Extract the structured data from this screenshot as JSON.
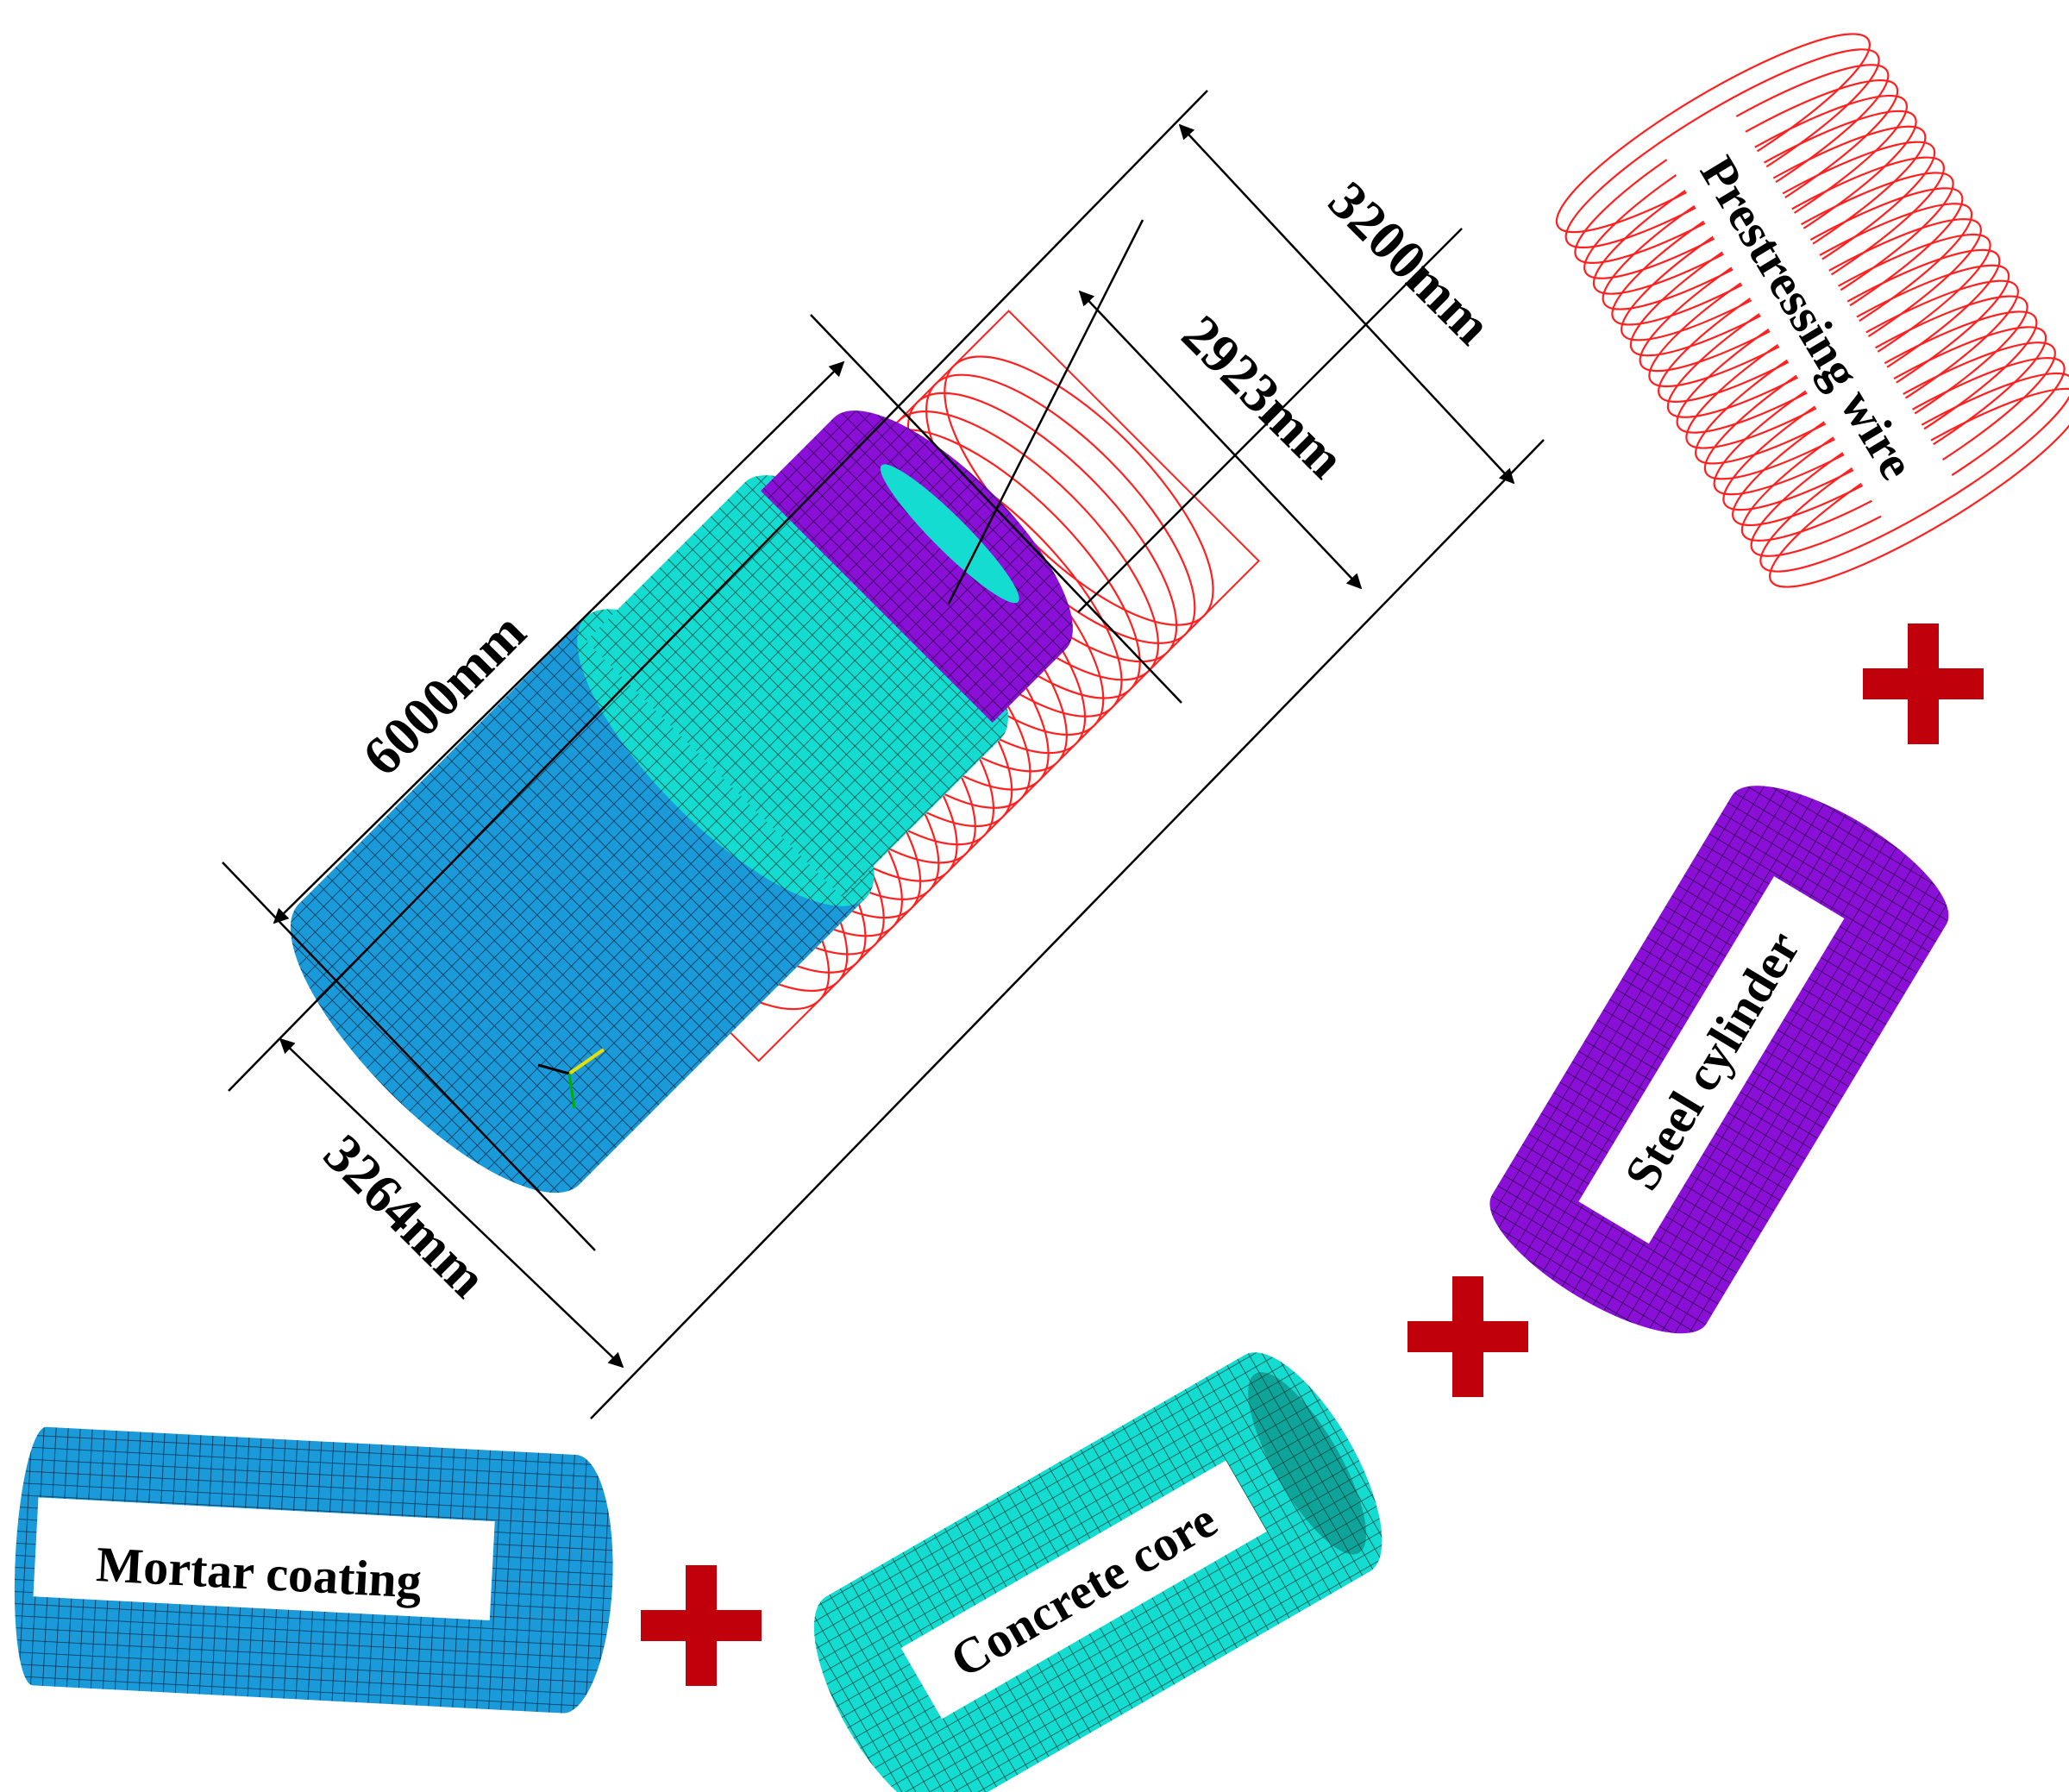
{
  "colors": {
    "mortar": "#1a9ad8",
    "concrete": "#15dcd0",
    "steel": "#8a10d8",
    "wire": "#ff2020",
    "plus": "#c0000a",
    "dimension": "#000000"
  },
  "dimensions": {
    "total_length": "6000mm",
    "outer_diameter": "3264mm",
    "wire_diameter": "3200mm",
    "steel_diameter": "2923mm"
  },
  "components": {
    "wire": "Prestressing wire",
    "steel": "Steel cylinder",
    "concrete": "Concrete core",
    "mortar": "Mortar coating"
  },
  "icons": {
    "plus": "plus-icon",
    "axis_triad": "axis-triad-icon"
  }
}
